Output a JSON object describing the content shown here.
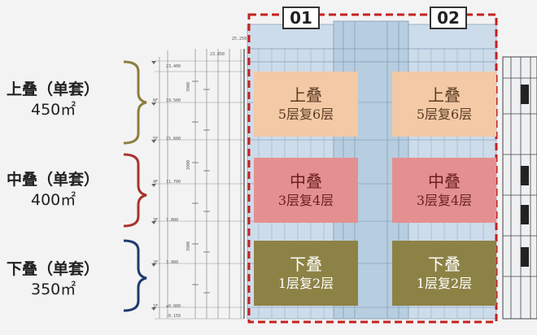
{
  "tiers": [
    {
      "title": "上叠（单套）",
      "area": "450㎡",
      "color": "#8c7e3c"
    },
    {
      "title": "中叠（单套）",
      "area": "400㎡",
      "color": "#a8332d"
    },
    {
      "title": "下叠（单套）",
      "area": "350㎡",
      "color": "#1f3a6e"
    }
  ],
  "columns": [
    "01",
    "02"
  ],
  "units": [
    {
      "name": "上叠",
      "floors": "5层复6层",
      "fill": "#f3c9a6",
      "text_color": "#5a3a22"
    },
    {
      "name": "中叠",
      "floors": "3层复4层",
      "fill": "#e49090",
      "text_color": "#6a1f1f"
    },
    {
      "name": "下叠",
      "floors": "1层复2层",
      "fill": "#8d8245",
      "text_color": "#ffffff"
    }
  ],
  "drawing": {
    "levels": [
      "25.250",
      "23.850",
      "23.400",
      "19.500",
      "15.600",
      "11.700",
      "7.800",
      "3.900",
      "±0.000",
      "-0.150"
    ],
    "floor_marks": [
      "6F",
      "5F",
      "4F",
      "3F",
      "2F",
      "1F"
    ],
    "dim_text": "3900"
  },
  "colors": {
    "facade_glass": "#a9c3da",
    "core_glass": "#bcd0e2",
    "dashed_outline": "#c62020"
  }
}
